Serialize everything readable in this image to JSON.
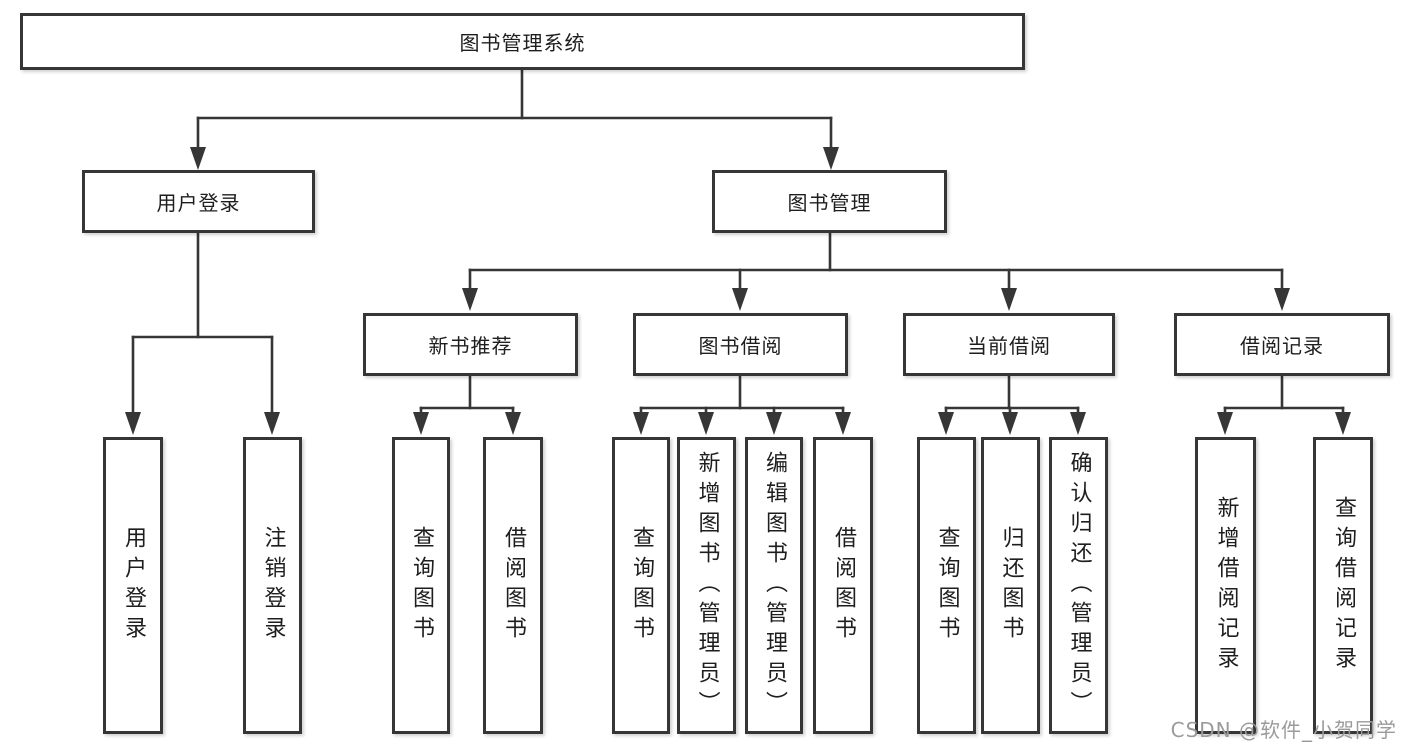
{
  "nodes": {
    "root": "图书管理系统",
    "level2": {
      "user_login": "用户登录",
      "book_management": "图书管理"
    },
    "level3": {
      "new_book_recommend": "新书推荐",
      "book_borrow": "图书借阅",
      "current_borrow": "当前借阅",
      "borrow_record": "借阅记录"
    },
    "leaves": {
      "user_login": [
        "用户登录",
        "注销登录"
      ],
      "new_book_recommend": [
        "查询图书",
        "借阅图书"
      ],
      "book_borrow": [
        "查询图书",
        "新增图书（管理员）",
        "编辑图书（管理员）",
        "借阅图书"
      ],
      "current_borrow": [
        "查询图书",
        "归还图书",
        "确认归还（管理员）"
      ],
      "borrow_record": [
        "新增借阅记录",
        "查询借阅记录"
      ]
    }
  },
  "watermark": "CSDN @软件_小贺同学",
  "colors": {
    "background": "#ffffff",
    "box_border": "#363636",
    "line": "#363636",
    "text": "#1e1e1e",
    "watermark": "#9b9b9b"
  }
}
